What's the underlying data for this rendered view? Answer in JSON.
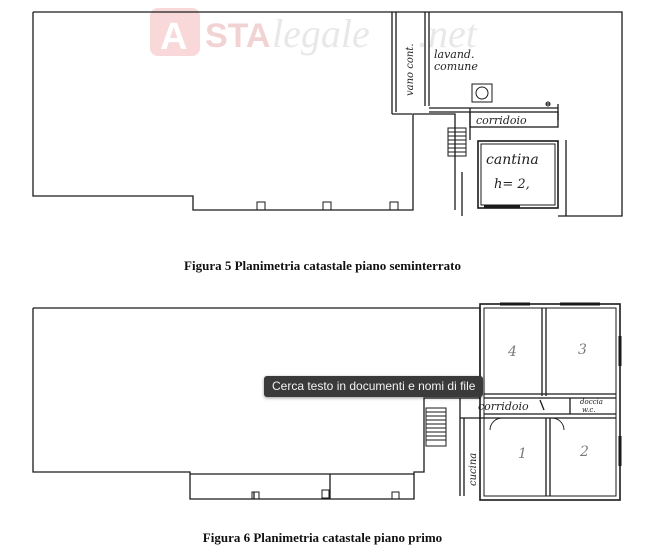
{
  "watermark": {
    "logo_letter": "A",
    "brand_bold": "STA",
    "brand_italic": "legale",
    "brand_suffix": ".net"
  },
  "figure5": {
    "caption": "Figura 5 Planimetria catastale piano seminterrato",
    "labels": {
      "vano_cont": "vano cont.",
      "lavand": "lavand.",
      "comune": "comune",
      "corridoio": "corridoio",
      "cantina": "cantina",
      "height": "h= 2,"
    }
  },
  "figure6": {
    "caption": "Figura 6 Planimetria catastale piano primo",
    "labels": {
      "corridoio": "corridoio",
      "cucina": "cucina",
      "doccia": "doccia",
      "wc": "w.c.",
      "room4": "4",
      "room3": "3",
      "room1": "1",
      "room2": "2"
    }
  },
  "tooltip": {
    "text": "Cerca testo in documenti e nomi di file"
  }
}
